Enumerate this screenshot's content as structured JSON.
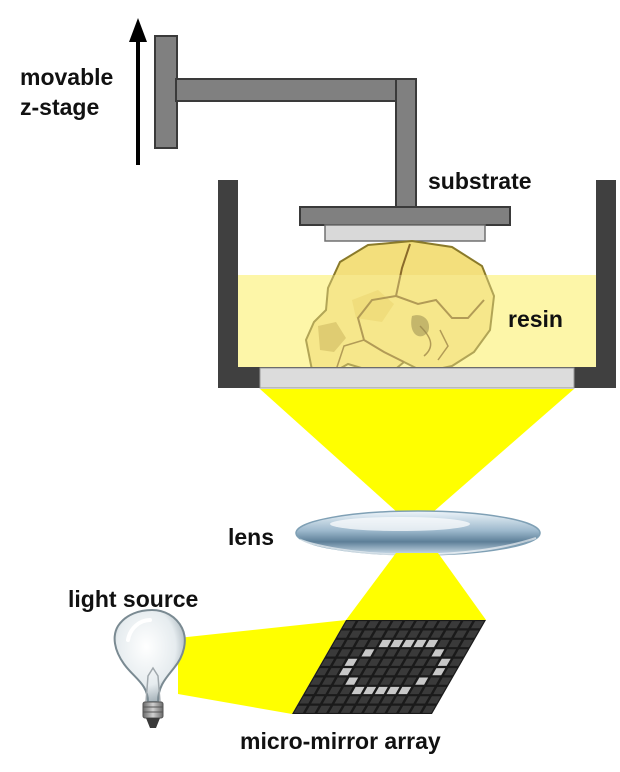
{
  "labels": {
    "stage_line1": "movable",
    "stage_line2": "z-stage",
    "substrate": "substrate",
    "resin": "resin",
    "lens": "lens",
    "light_source": "light source",
    "mirror_array": "micro-mirror array"
  },
  "colors": {
    "light": "#ffff00",
    "resin": "#fdf6a8",
    "vat_wall": "#404040",
    "stage_metal": "#808080",
    "substrate_plate": "#d9d9d9",
    "skull": "#f3df7c",
    "mirror_off": "#3a3a3a",
    "mirror_on": "#c8c8c8"
  },
  "icons": {
    "up_arrow": "arrow-up-icon",
    "bulb": "light-bulb-icon",
    "lens": "lens-icon",
    "skull": "skull-icon"
  },
  "mirror_grid": {
    "rows": 10,
    "cols": 12,
    "pattern": [
      "............",
      "............",
      "....xxxxx...",
      "...x.....x..",
      "..x.......x.",
      "..x.......x.",
      "...x.....x..",
      "....xxxxx...",
      "............",
      "............"
    ]
  }
}
